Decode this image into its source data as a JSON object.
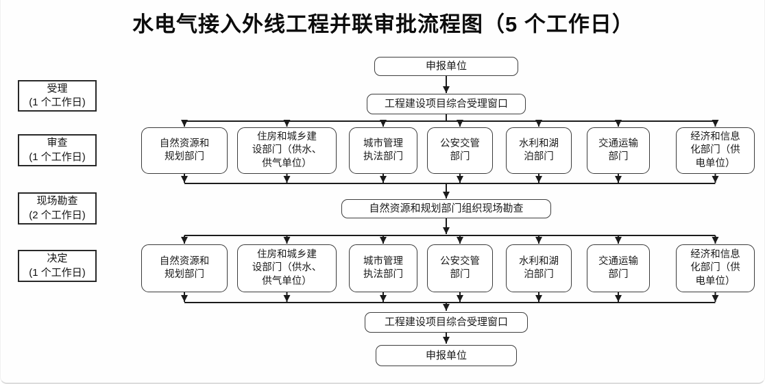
{
  "title": "水电气接入外线工程并联审批流程图（5 个工作日）",
  "stages": [
    {
      "label": "受理\n(1 个工作日)"
    },
    {
      "label": "审查\n(1 个工作日)"
    },
    {
      "label": "现场勘查\n(2 个工作日)"
    },
    {
      "label": "决定\n(1 个工作日)"
    }
  ],
  "flow": {
    "start": "申报单位",
    "window_top": "工程建设项目综合受理窗口",
    "site_survey": "自然资源和规划部门组织现场勘查",
    "window_bottom": "工程建设项目综合受理窗口",
    "end": "申报单位"
  },
  "departments": [
    {
      "label": "自然资源和\n规划部门"
    },
    {
      "label": "住房和城乡建\n设部门（供水、\n供气单位）"
    },
    {
      "label": "城市管理\n执法部门"
    },
    {
      "label": "公安交管\n部门"
    },
    {
      "label": "水利和湖\n泊部门"
    },
    {
      "label": "交通运输\n部门"
    },
    {
      "label": "经济和信息\n化部门（供\n电单位）"
    }
  ],
  "colors": {
    "line": "#1b1b1b",
    "box_border": "#383838",
    "background": "#ffffff",
    "text": "#1a1a1a"
  }
}
